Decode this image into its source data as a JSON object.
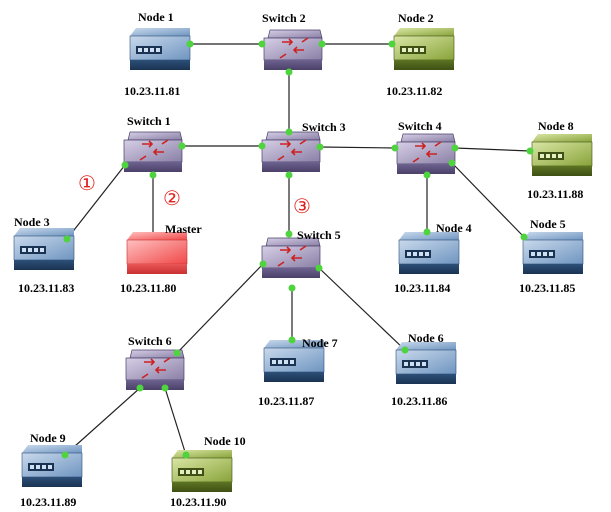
{
  "switches": [
    {
      "id": "sw2",
      "name": "Switch 2"
    },
    {
      "id": "sw1",
      "name": "Switch 1"
    },
    {
      "id": "sw3",
      "name": "Switch 3"
    },
    {
      "id": "sw4",
      "name": "Switch 4"
    },
    {
      "id": "sw5",
      "name": "Switch 5"
    },
    {
      "id": "sw6",
      "name": "Switch 6"
    }
  ],
  "nodes": [
    {
      "id": "n1",
      "name": "Node 1",
      "ip": "10.23.11.81",
      "type": "blue"
    },
    {
      "id": "n2",
      "name": "Node 2",
      "ip": "10.23.11.82",
      "type": "green"
    },
    {
      "id": "n3",
      "name": "Node 3",
      "ip": "10.23.11.83",
      "type": "blue"
    },
    {
      "id": "master",
      "name": "Master",
      "ip": "10.23.11.80",
      "type": "red"
    },
    {
      "id": "n4",
      "name": "Node 4",
      "ip": "10.23.11.84",
      "type": "blue"
    },
    {
      "id": "n5",
      "name": "Node 5",
      "ip": "10.23.11.85",
      "type": "blue"
    },
    {
      "id": "n8",
      "name": "Node 8",
      "ip": "10.23.11.88",
      "type": "green"
    },
    {
      "id": "n7",
      "name": "Node 7",
      "ip": "10.23.11.87",
      "type": "blue"
    },
    {
      "id": "n6",
      "name": "Node 6",
      "ip": "10.23.11.86",
      "type": "blue"
    },
    {
      "id": "n9",
      "name": "Node 9",
      "ip": "10.23.11.89",
      "type": "blue"
    },
    {
      "id": "n10",
      "name": "Node 10",
      "ip": "10.23.11.90",
      "type": "green"
    }
  ],
  "markers": [
    {
      "id": "m1",
      "text": "①"
    },
    {
      "id": "m2",
      "text": "②"
    },
    {
      "id": "m3",
      "text": "③"
    }
  ],
  "colors": {
    "blue": "#5b84b1",
    "green": "#8aa63c",
    "red": "#f04848",
    "switch": "#8a7fa6",
    "port": "#4fd33e",
    "marker": "#e0201c"
  }
}
